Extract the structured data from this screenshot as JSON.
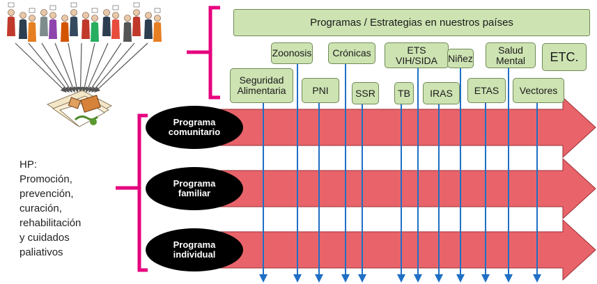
{
  "header": {
    "title": "Programas / Estrategias en nuestros países"
  },
  "programs": [
    {
      "label": "Zoonosis"
    },
    {
      "label": "Crónicas"
    },
    {
      "label": "ETS\nVIH/SIDA"
    },
    {
      "label": "Niñez"
    },
    {
      "label": "Salud\nMental"
    },
    {
      "label": "ETC."
    },
    {
      "label": "Seguridad\nAlimentaria"
    },
    {
      "label": "PNI"
    },
    {
      "label": "SSR"
    },
    {
      "label": "TB"
    },
    {
      "label": "IRAS"
    },
    {
      "label": "ETAS"
    },
    {
      "label": "Vectores"
    }
  ],
  "levels": [
    {
      "label": "Programa\ncomunitario"
    },
    {
      "label": "Programa\nfamiliar"
    },
    {
      "label": "Programa\nindividual"
    }
  ],
  "hp_text": "HP:\nPromoción,\nprevención,\ncuración,\nrehabilitación\ny cuidados\npaliativos",
  "colors": {
    "bracket": "#e6007e",
    "arrow_fill": "#e8646a",
    "arrow_stroke": "#9a2d33",
    "down_arrow": "#1f6fc5",
    "box_fill": "#cde3b2",
    "box_border": "#6f8a55"
  }
}
